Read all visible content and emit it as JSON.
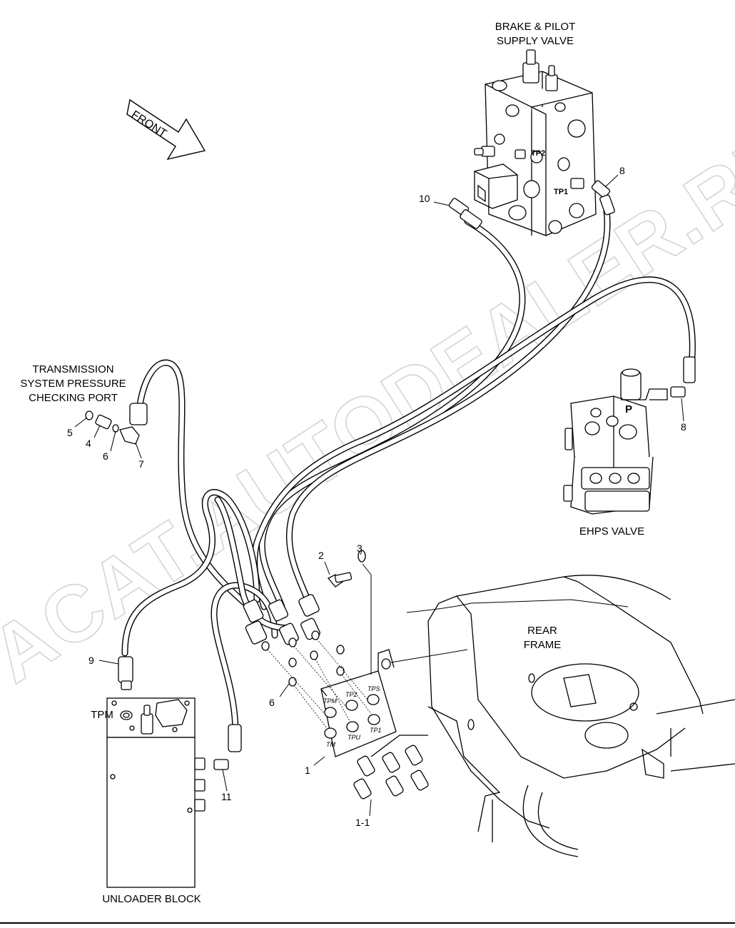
{
  "labels": {
    "brake_valve_line1": "BRAKE & PILOT",
    "brake_valve_line2": "SUPPLY VALVE",
    "transmission_line1": "TRANSMISSION",
    "transmission_line2": "SYSTEM PRESSURE",
    "transmission_line3": "CHECKING PORT",
    "ehps_valve": "EHPS VALVE",
    "rear_frame_line1": "REAR",
    "rear_frame_line2": "FRAME",
    "unloader_block": "UNLOADER BLOCK",
    "front_arrow": "FRONT",
    "tpm": "TPM",
    "tp1_valve": "TP1",
    "tp2_valve": "TP2",
    "p_port": "P"
  },
  "bracket_ports": [
    "TPM",
    "TP2",
    "TPS",
    "TM",
    "TPU",
    "TP1"
  ],
  "callouts": {
    "c1": "1",
    "c1_1": "1-1",
    "c2": "2",
    "c3": "3",
    "c4": "4",
    "c5": "5",
    "c6a": "6",
    "c6b": "6",
    "c7": "7",
    "c8a": "8",
    "c8b": "8",
    "c9": "9",
    "c10": "10",
    "c11": "11"
  },
  "watermark": "ACAT.AUTODEALER.RU",
  "colors": {
    "line": "#000000",
    "paper": "#ffffff",
    "watermark": "#dddddd"
  }
}
